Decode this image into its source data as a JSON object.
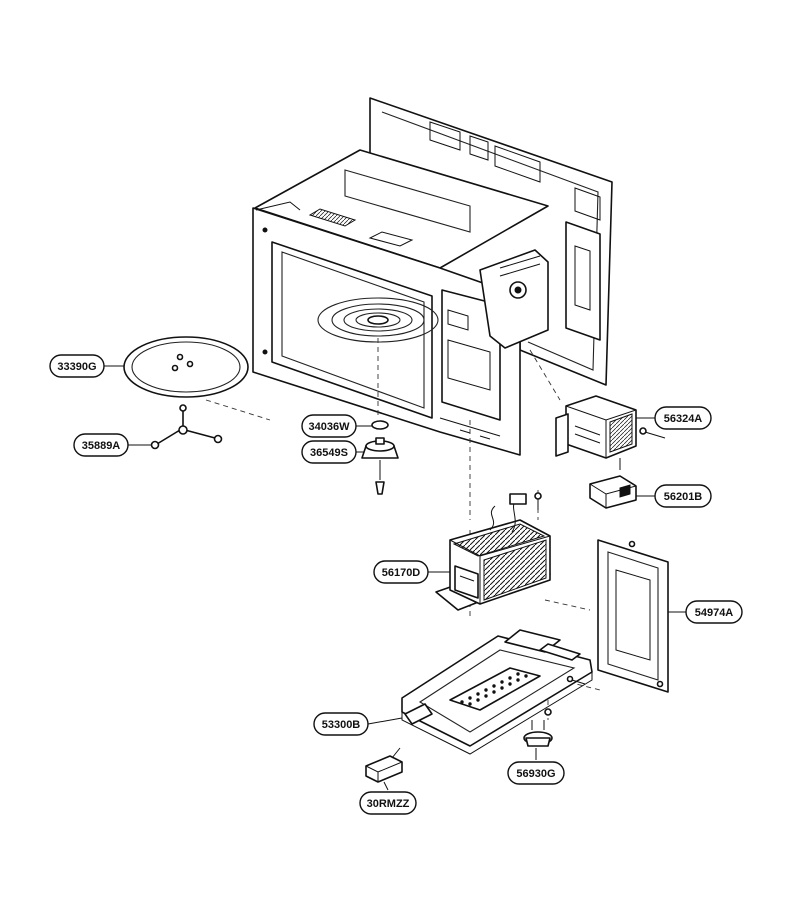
{
  "labels": {
    "33390G": "33390G",
    "35889A": "35889A",
    "34036W": "34036W",
    "36549S": "36549S",
    "56324A": "56324A",
    "56201B": "56201B",
    "56170D": "56170D",
    "54974A": "54974A",
    "53300B": "53300B",
    "56930G": "56930G",
    "30RMZZ": "30RMZZ"
  }
}
